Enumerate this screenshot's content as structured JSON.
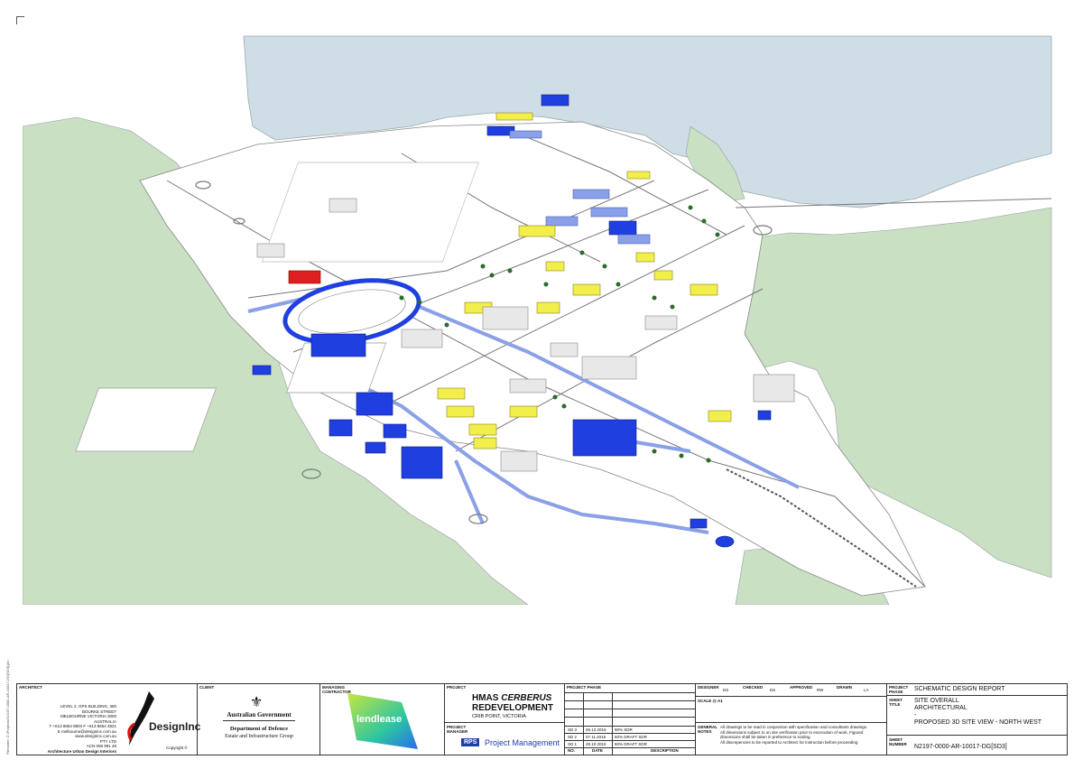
{
  "sidebar_note": "Filename: C:\\Projects\\N2197-0000-AR-10017-DG[SD3].pln",
  "titleblock": {
    "architect": {
      "label": "ARCHITECT",
      "address_lines": [
        "LEVEL 2, GPS BUILDING, 360 BOURKE STREET",
        "MELBOURNE VICTORIA 3000 AUSTRALIA",
        "T +613 8654 8804 F +613 8654 4821",
        "E melbourne@designinc.com.au",
        "www.designinc.com.au",
        "PTY LTD",
        "ACN 006 981 48"
      ],
      "tagline": "Architecture Urban Design Interiors",
      "logo_text": "DesignInc",
      "copyright": "Copyright ©"
    },
    "client": {
      "label": "CLIENT",
      "gov": "Australian Government",
      "dept": "Department of Defence",
      "group": "Estate and Infrastructure Group"
    },
    "contractor": {
      "label": "MANAGING CONTRACTOR",
      "logo_text": "lendlease"
    },
    "project": {
      "label": "PROJECT",
      "title_line1_a": "HMAS ",
      "title_line1_b": "CERBERUS",
      "title_line2": "REDEVELOPMENT",
      "location": "CRIB POINT, VICTORIA",
      "manager_label": "PROJECT MANAGER",
      "pm_logo_a": "RPS",
      "pm_logo_b": "Project Management"
    },
    "phase": {
      "label": "PROJECT PHASE",
      "revisions": [
        {
          "no": "SD 3",
          "date": "06.12.2016",
          "desc": "90% SDR"
        },
        {
          "no": "SD 2",
          "date": "07.11.2016",
          "desc": "50% DRAFT SDR"
        },
        {
          "no": "SD 1",
          "date": "28.10.2016",
          "desc": "50% DRAFT SDR"
        }
      ],
      "col_no": "NO.",
      "col_date": "DATE",
      "col_desc": "DESCRIPTION"
    },
    "signoff": {
      "designer_label": "DESIGNER",
      "designer": "DS",
      "checked_label": "CHECKED",
      "checked": "DS",
      "approved_label": "APPROVED",
      "approved": "RW",
      "drawn_label": "DRAWN",
      "drawn": "LA",
      "scale_label": "SCALE @ A1",
      "notes_label": "GENERAL NOTES",
      "notes": [
        "All drawings to be read in conjunction with specification and consultants drawings.",
        "All dimensions subject to on site verification prior to excecution of work. Figured",
        "dimensions shall be taken in preference to scaling.",
        "All discrepencies to be reported to Architect for instruction before proceeding"
      ]
    },
    "sheet": {
      "phase_label": "PROJECT PHASE",
      "phase": "SCHEMATIC DESIGN REPORT",
      "title_label": "SHEET TITLE",
      "title_lines": [
        "SITE OVERALL",
        "ARCHITECTURAL",
        "-",
        "PROPOSED 3D SITE VIEW - NORTH WEST"
      ],
      "number_label": "SHEET NUMBER",
      "number": "N2197-0000-AR-10017-DG[SD3]"
    }
  },
  "colors": {
    "water": "#cfdde6",
    "vegetation": "#c9e0c2",
    "proposed_blue": "#1f3fe0",
    "refurb_blue": "#8aa0e8",
    "yellow": "#f2ee4a",
    "red": "#e02020"
  }
}
